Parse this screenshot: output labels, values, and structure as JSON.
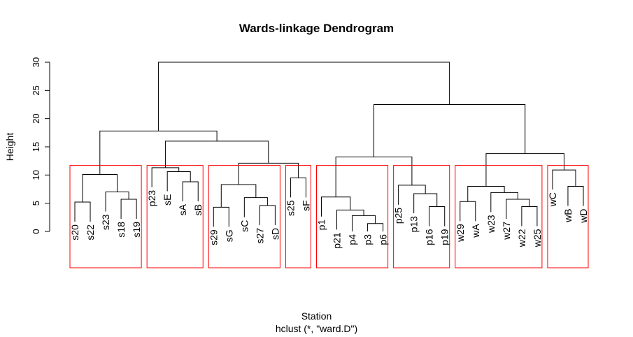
{
  "chart_data": {
    "type": "dendrogram",
    "title": "Wards-linkage Dendrogram",
    "xlabel": "Station",
    "ylabel": "Height",
    "subtitle": "hclust (*, \"ward.D\")",
    "ylim": [
      0,
      30
    ],
    "yticks": [
      0,
      5,
      10,
      15,
      20,
      25,
      30
    ],
    "leaves": [
      "s20",
      "s22",
      "s23",
      "s18",
      "s19",
      "p23",
      "sE",
      "sA",
      "sB",
      "s29",
      "sG",
      "sC",
      "s27",
      "sD",
      "s25",
      "sF",
      "p1",
      "p21",
      "p4",
      "p3",
      "p6",
      "p25",
      "p13",
      "p16",
      "p19",
      "w29",
      "wA",
      "w23",
      "w27",
      "w22",
      "w25",
      "wC",
      "wB",
      "wD"
    ],
    "merges": [
      {
        "left": "s20",
        "right": "s22",
        "height": 5.2
      },
      {
        "left": "s18",
        "right": "s19",
        "height": 5.7
      },
      {
        "left": "s23",
        "right": "m2",
        "height": 7.0
      },
      {
        "left": "m1",
        "right": "m3",
        "height": 10.1
      },
      {
        "left": "sA",
        "right": "sB",
        "height": 8.8
      },
      {
        "left": "sE",
        "right": "m5",
        "height": 10.6
      },
      {
        "left": "p23",
        "right": "m6",
        "height": 11.3
      },
      {
        "left": "s29",
        "right": "sG",
        "height": 4.3
      },
      {
        "left": "s27",
        "right": "sD",
        "height": 4.6
      },
      {
        "left": "sC",
        "right": "m9",
        "height": 6.0
      },
      {
        "left": "m8",
        "right": "m10",
        "height": 8.3
      },
      {
        "left": "s25",
        "right": "sF",
        "height": 9.5
      },
      {
        "left": "m11",
        "right": "m12",
        "height": 12.1
      },
      {
        "left": "m7",
        "right": "m13",
        "height": 16.0
      },
      {
        "left": "m4",
        "right": "m14",
        "height": 17.8
      },
      {
        "left": "p3",
        "right": "p6",
        "height": 1.4
      },
      {
        "left": "p4",
        "right": "m16",
        "height": 2.8
      },
      {
        "left": "p21",
        "right": "m17",
        "height": 3.8
      },
      {
        "left": "p1",
        "right": "m18",
        "height": 6.1
      },
      {
        "left": "p16",
        "right": "p19",
        "height": 4.4
      },
      {
        "left": "p13",
        "right": "m20",
        "height": 6.7
      },
      {
        "left": "p25",
        "right": "m21",
        "height": 8.2
      },
      {
        "left": "m19",
        "right": "m22",
        "height": 13.2
      },
      {
        "left": "w29",
        "right": "wA",
        "height": 5.3
      },
      {
        "left": "w22",
        "right": "w25",
        "height": 4.4
      },
      {
        "left": "w27",
        "right": "m25",
        "height": 5.7
      },
      {
        "left": "w23",
        "right": "m26",
        "height": 6.9
      },
      {
        "left": "m24",
        "right": "m27",
        "height": 8.0
      },
      {
        "left": "wB",
        "right": "wD",
        "height": 8.0
      },
      {
        "left": "wC",
        "right": "m29",
        "height": 10.9
      },
      {
        "left": "m28",
        "right": "m30",
        "height": 13.8
      },
      {
        "left": "m23",
        "right": "m31",
        "height": 22.5
      },
      {
        "left": "m15",
        "right": "m32",
        "height": 30.0
      }
    ],
    "cluster_boxes": [
      {
        "leaves": [
          "s20",
          "s19"
        ],
        "color": "#ff0000"
      },
      {
        "leaves": [
          "p23",
          "sB"
        ],
        "color": "#ff0000"
      },
      {
        "leaves": [
          "s29",
          "sD"
        ],
        "color": "#ff0000"
      },
      {
        "leaves": [
          "s25",
          "sF"
        ],
        "color": "#ff0000"
      },
      {
        "leaves": [
          "p1",
          "p6"
        ],
        "color": "#ff0000"
      },
      {
        "leaves": [
          "p25",
          "p19"
        ],
        "color": "#ff0000"
      },
      {
        "leaves": [
          "w29",
          "w25"
        ],
        "color": "#ff0000"
      },
      {
        "leaves": [
          "wC",
          "wD"
        ],
        "color": "#ff0000"
      }
    ],
    "cluster_box_top_height": 11.7,
    "line_color": "#000000",
    "box_color": "#ff0000"
  }
}
